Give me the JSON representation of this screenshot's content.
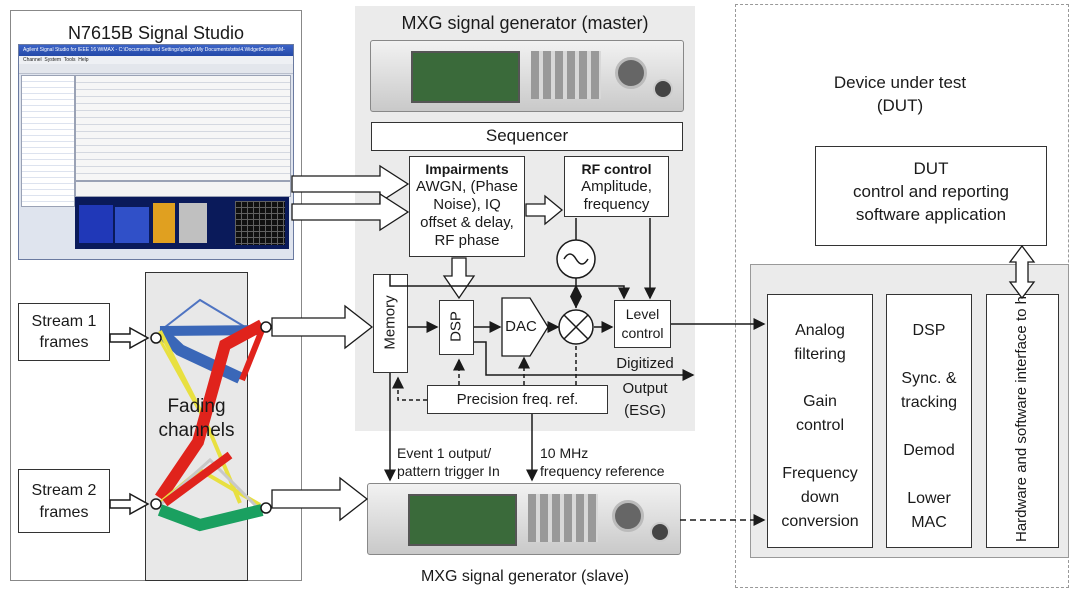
{
  "signal_studio": {
    "title": "N7615B Signal Studio",
    "screenshot_header": "Agilent Signal Studio for IEEE 16 WiMAX  - C:\\Documents and Settings\\gladys\\My Documents\\stis\\4.WidgetContent\\M-",
    "menu": [
      "Channel",
      "System",
      "Tools",
      "Help"
    ]
  },
  "master": {
    "title": "MXG signal generator (master)",
    "sequencer": "Sequencer",
    "impairments_title": "Impairments",
    "impairments_lines": [
      "AWGN, (Phase",
      "Noise), IQ",
      "offset & delay,",
      "RF phase"
    ],
    "rf_control_title": "RF control",
    "rf_control_lines": [
      "Amplitude,",
      "frequency"
    ],
    "memory": "Memory",
    "dsp": "DSP",
    "dac": "DAC",
    "level_control": [
      "Level",
      "control"
    ],
    "digitized_output": [
      "Digitized",
      "Output",
      "(ESG)"
    ],
    "precision_ref": "Precision freq. ref."
  },
  "slave": {
    "title": "MXG signal generator (slave)",
    "event_label": [
      "Event 1 output/",
      "pattern trigger In"
    ],
    "freq_ref_label": [
      "10 MHz",
      "frequency reference"
    ]
  },
  "streams": {
    "stream1": [
      "Stream 1",
      "frames"
    ],
    "stream2": [
      "Stream 2",
      "frames"
    ],
    "fading": [
      "Fading",
      "channels"
    ]
  },
  "dut": {
    "title": [
      "Device under test",
      "(DUT)"
    ],
    "control_app": [
      "DUT",
      "control and reporting",
      "software application"
    ],
    "analog": [
      "Analog",
      "filtering",
      "",
      "Gain",
      "control",
      "",
      "Frequency",
      "down",
      "conversion"
    ],
    "dsp_col": [
      "DSP",
      "",
      "Sync. &",
      "tracking",
      "",
      "Demod",
      "",
      "Lower",
      "MAC"
    ],
    "host_interface": "Hardware and software interface to host"
  },
  "colors": {
    "fade_blue": "#3a67b8",
    "fade_red": "#e0231c",
    "fade_yellow": "#e8e040",
    "fade_green": "#1aa060",
    "panel_bg": "#ebebeb"
  }
}
